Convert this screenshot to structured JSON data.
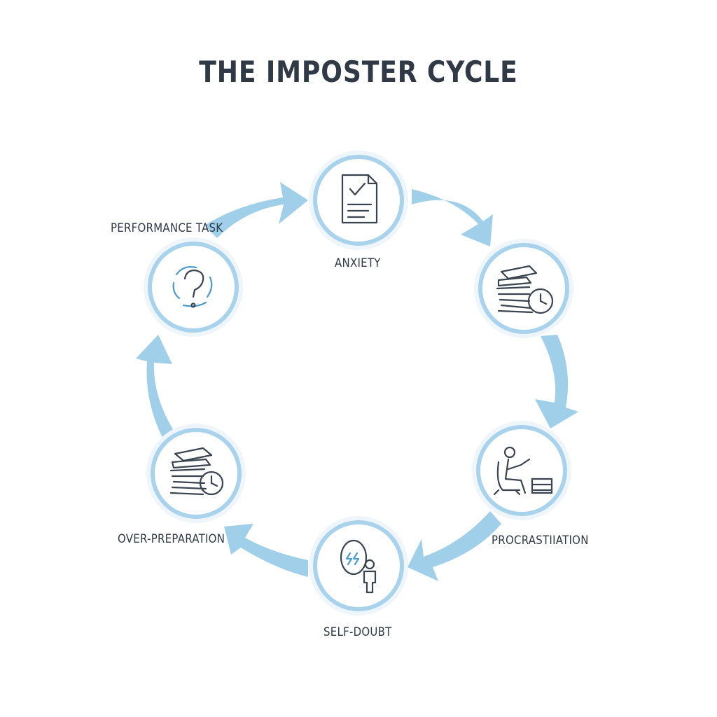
{
  "title": "THE IMPOSTER CYCLE",
  "colors": {
    "arrow": "#9fcfe9",
    "node_ring": "#a9d3ec",
    "text": "#2f3a46",
    "icon_accent": "#4a9ccf"
  },
  "nodes": [
    {
      "label": "ANXIETY",
      "icon": "checked-document-icon"
    },
    {
      "label": "PROCRASTIIATION",
      "icon": "books-clock-icon"
    },
    {
      "label": "SELF-DOUBT",
      "icon": "person-mirror-icon"
    },
    {
      "label": "OVER-PREPARATION",
      "icon": "books-clock-icon"
    },
    {
      "label": "PERFORMANCE TASK",
      "icon": "question-mark-icon"
    }
  ]
}
